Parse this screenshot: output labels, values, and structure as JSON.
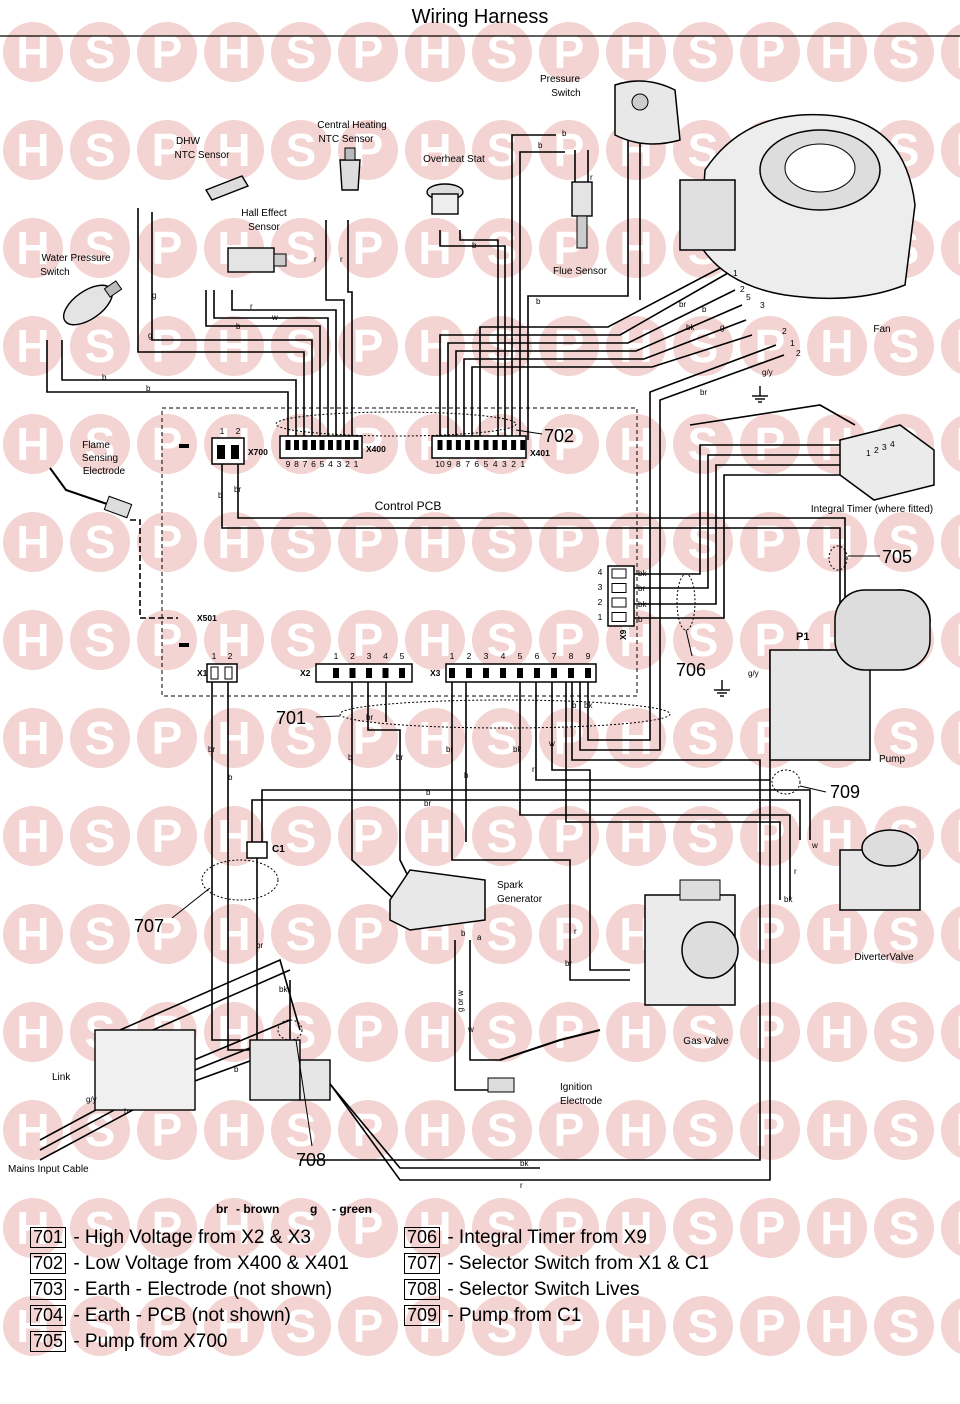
{
  "title": "Wiring Harness",
  "watermark": {
    "letters": [
      "H",
      "S",
      "P"
    ],
    "color": "#f3d4d2"
  },
  "components": {
    "pressure_switch": [
      "Pressure",
      "Switch"
    ],
    "dhw_ntc": [
      "DHW",
      "NTC Sensor"
    ],
    "ch_ntc": [
      "Central Heating",
      "NTC Sensor"
    ],
    "overheat_stat": "Overheat Stat",
    "hall_effect": [
      "Hall Effect",
      "Sensor"
    ],
    "water_pressure_switch": [
      "Water Pressure",
      "Switch"
    ],
    "flue_sensor": "Flue Sensor",
    "fan": "Fan",
    "flame_sensing": [
      "Flame",
      "Sensing",
      "Electrode"
    ],
    "control_pcb": "Control PCB",
    "integral_timer": "Integral Timer (where fitted)",
    "pump": "Pump",
    "spark_generator": [
      "Spark",
      "Generator"
    ],
    "gas_valve": "Gas Valve",
    "ignition_electrode": [
      "Ignition",
      "Electrode"
    ],
    "diverter_valve": "DiverterValve",
    "link": "Link",
    "mains_input": "Mains Input Cable",
    "p1": "P1",
    "c1": "C1"
  },
  "connectors": {
    "x700": "X700",
    "x400": "X400",
    "x401": "X401",
    "x501": "X501",
    "x1": "X1",
    "x2": "X2",
    "x3": "X3",
    "x9": "X9",
    "x700_pins": [
      "1",
      "2"
    ],
    "x400_pins": [
      "9",
      "8",
      "7",
      "6",
      "5",
      "4",
      "3",
      "2",
      "1"
    ],
    "x401_pins": [
      "10",
      "9",
      "8",
      "7",
      "6",
      "5",
      "4",
      "3",
      "2",
      "1"
    ],
    "x1_pins": [
      "1",
      "2"
    ],
    "x2_pins": [
      "1",
      "2",
      "3",
      "4",
      "5"
    ],
    "x3_pins": [
      "1",
      "2",
      "3",
      "4",
      "5",
      "6",
      "7",
      "8",
      "9"
    ],
    "x9_pins": [
      "4",
      "3",
      "2",
      "1"
    ],
    "fan_pins": [
      "1",
      "2",
      "5",
      "3",
      "2",
      "1"
    ],
    "timer_pins": [
      "1",
      "2",
      "3",
      "4"
    ]
  },
  "wire_labels": {
    "b": "b",
    "br": "br",
    "bk": "bk",
    "g": "g",
    "r": "r",
    "w": "w",
    "gy": "g/y",
    "a": "a",
    "g_or_w": "g or w"
  },
  "refs": [
    "701",
    "702",
    "705",
    "706",
    "707",
    "708",
    "709"
  ],
  "color_key": [
    {
      "code": "br",
      "name": "- brown"
    },
    {
      "code": "g",
      "name": "- green"
    }
  ],
  "legend": {
    "left": [
      {
        "num": "701",
        "text": "- High Voltage from X2 & X3"
      },
      {
        "num": "702",
        "text": "- Low Voltage from X400 & X401"
      },
      {
        "num": "703",
        "text": "- Earth - Electrode (not shown)"
      },
      {
        "num": "704",
        "text": "- Earth - PCB (not shown)"
      },
      {
        "num": "705",
        "text": "- Pump from X700"
      }
    ],
    "right": [
      {
        "num": "706",
        "text": "- Integral Timer from X9"
      },
      {
        "num": "707",
        "text": "- Selector Switch from X1 & C1"
      },
      {
        "num": "708",
        "text": "- Selector Switch Lives"
      },
      {
        "num": "709",
        "text": "- Pump from C1"
      }
    ]
  }
}
